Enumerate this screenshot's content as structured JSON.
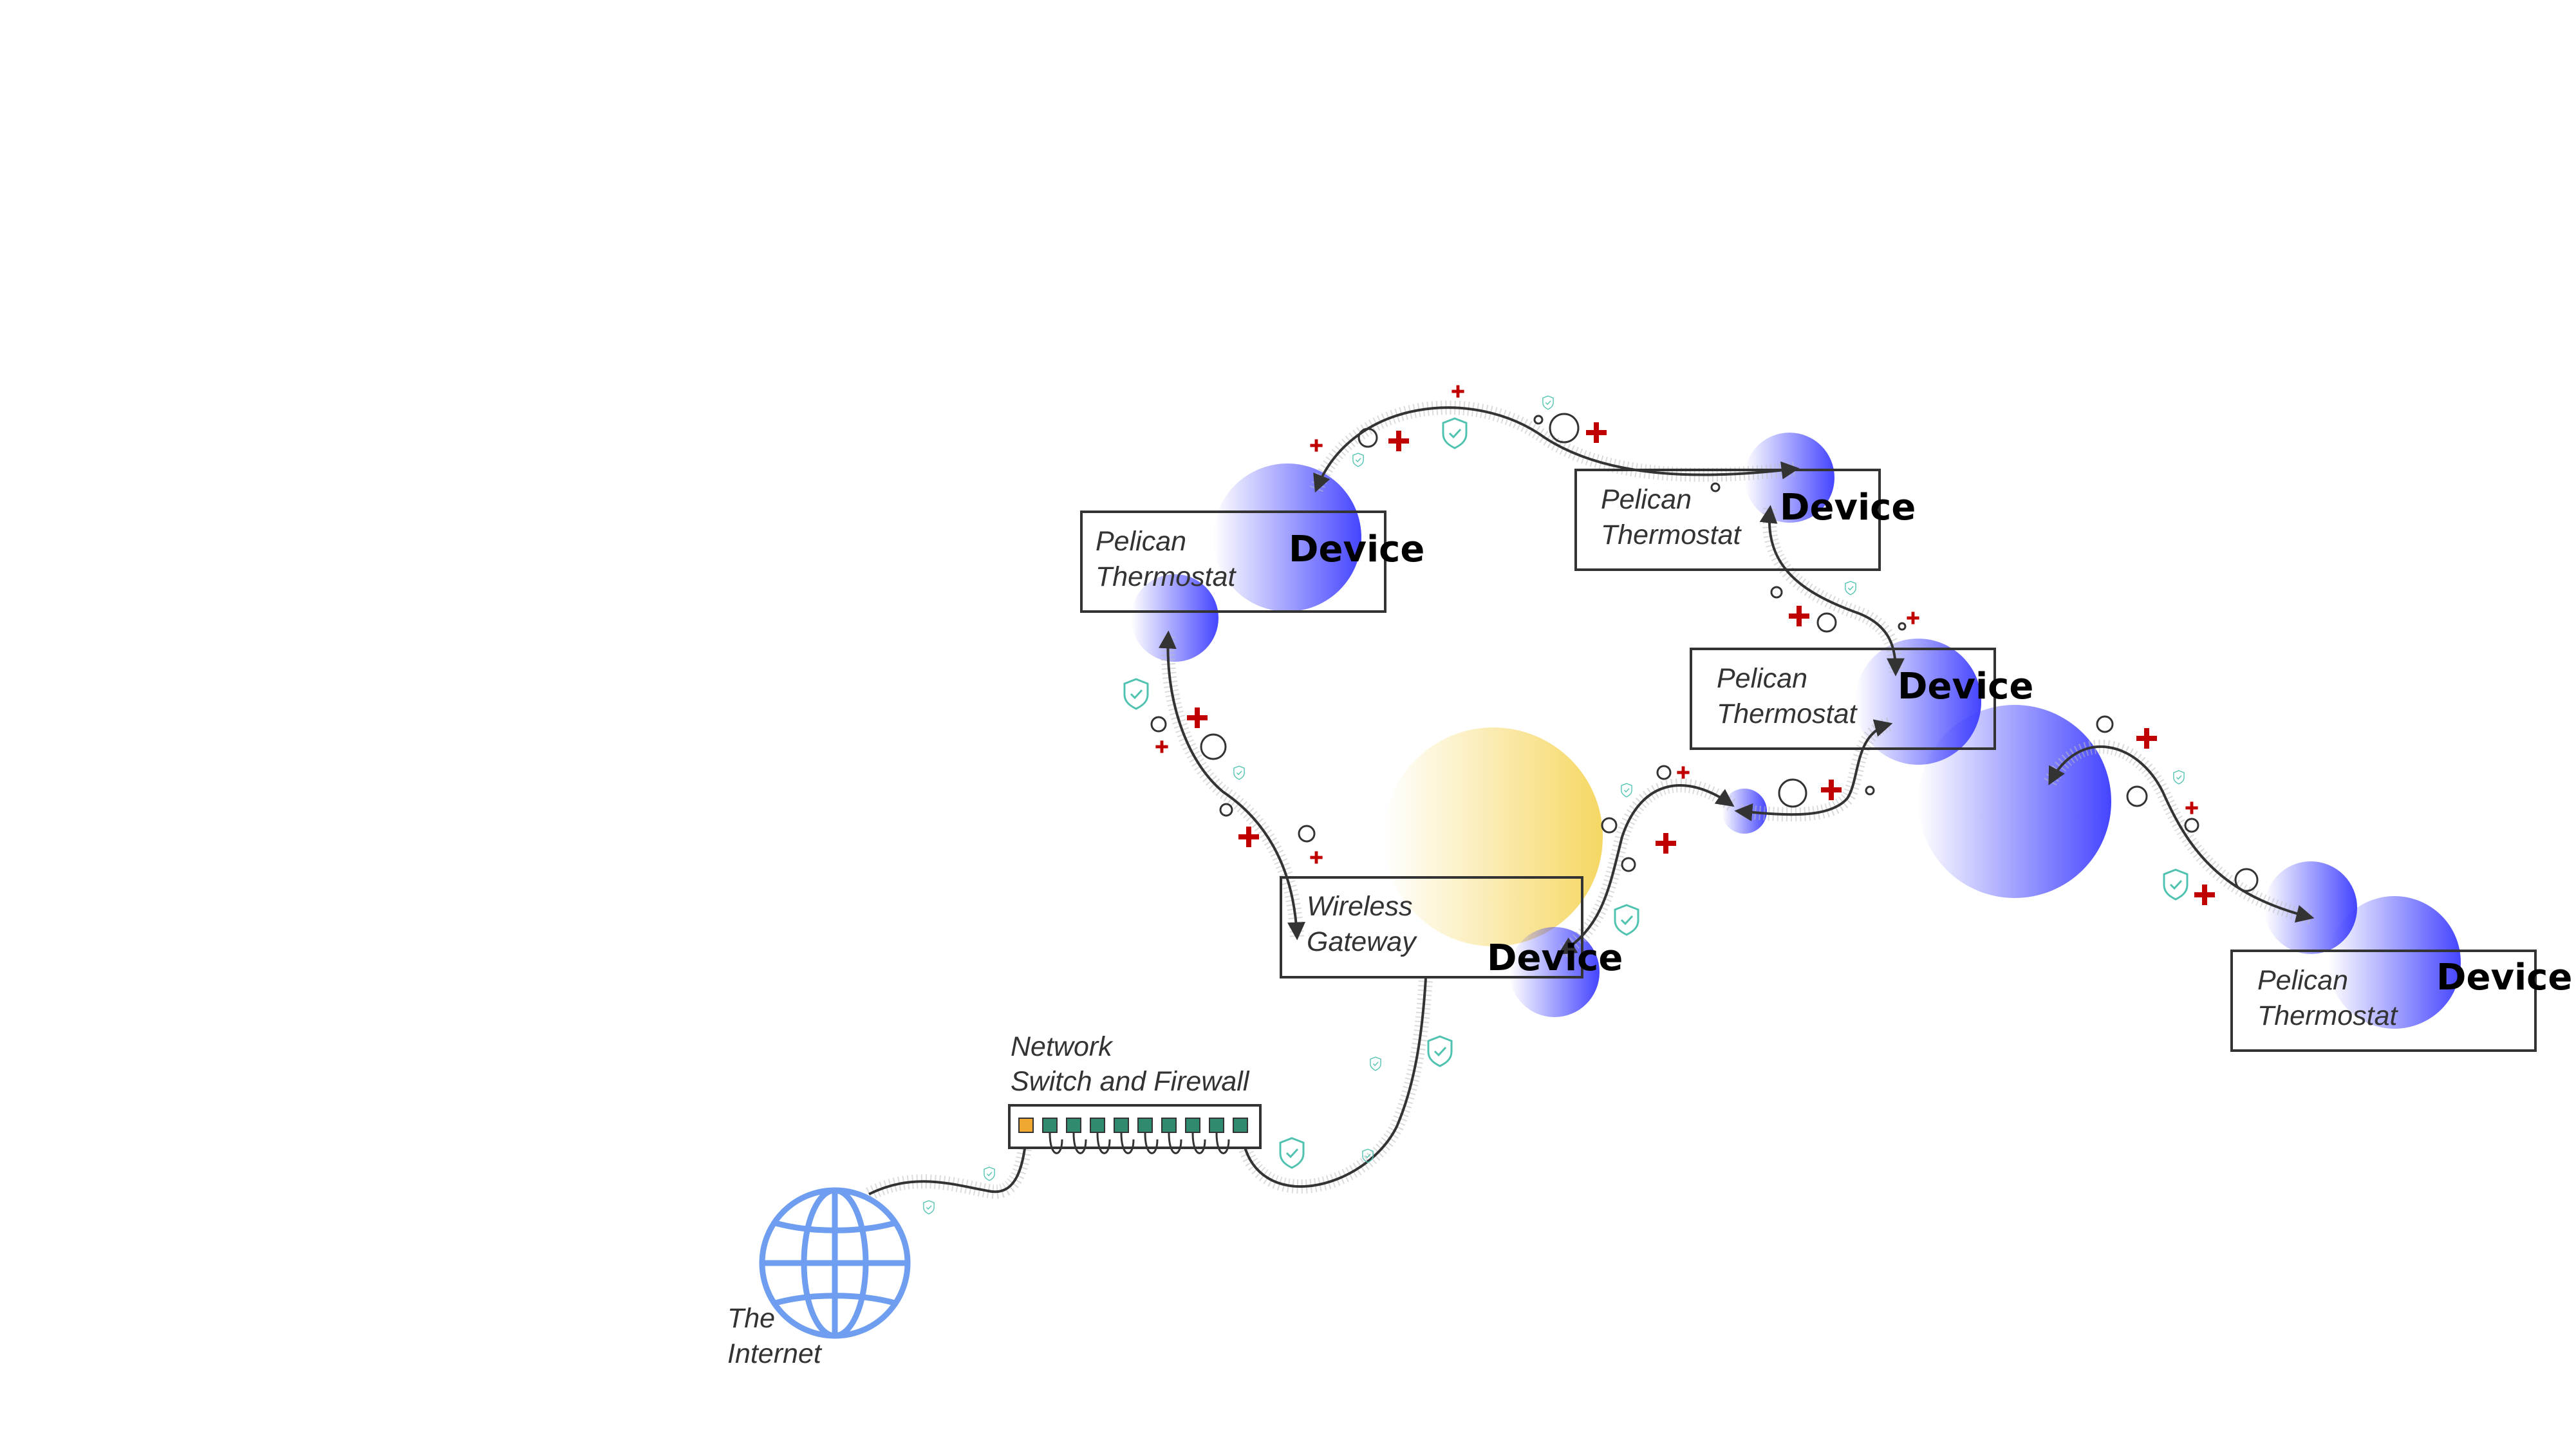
{
  "nodes": {
    "internet": {
      "line1": "The",
      "line2": "Internet",
      "icon": "globe-icon"
    },
    "switch": {
      "line1": "Network",
      "line2": "Switch and Firewall",
      "icon": "network-switch-icon"
    },
    "gateway": {
      "line1": "Wireless",
      "line2": "Gateway",
      "device": "Device"
    },
    "thermostat_1": {
      "line1": "Pelican",
      "line2": "Thermostat",
      "device": "Device"
    },
    "thermostat_2": {
      "line1": "Pelican",
      "line2": "Thermostat",
      "device": "Device"
    },
    "thermostat_3": {
      "line1": "Pelican",
      "line2": "Thermostat",
      "device": "Device"
    },
    "thermostat_4": {
      "line1": "Pelican",
      "line2": "Thermostat",
      "device": "Device"
    }
  },
  "colors": {
    "device_blob": "#3b3bff",
    "gateway_glow": "#f5d55a",
    "globe": "#6f9ef0",
    "plus_marker": "#c00000",
    "shield_marker": "#4fc3b0",
    "port_active": "#f0a830",
    "port": "#2f8a6f",
    "outline": "#333333"
  }
}
